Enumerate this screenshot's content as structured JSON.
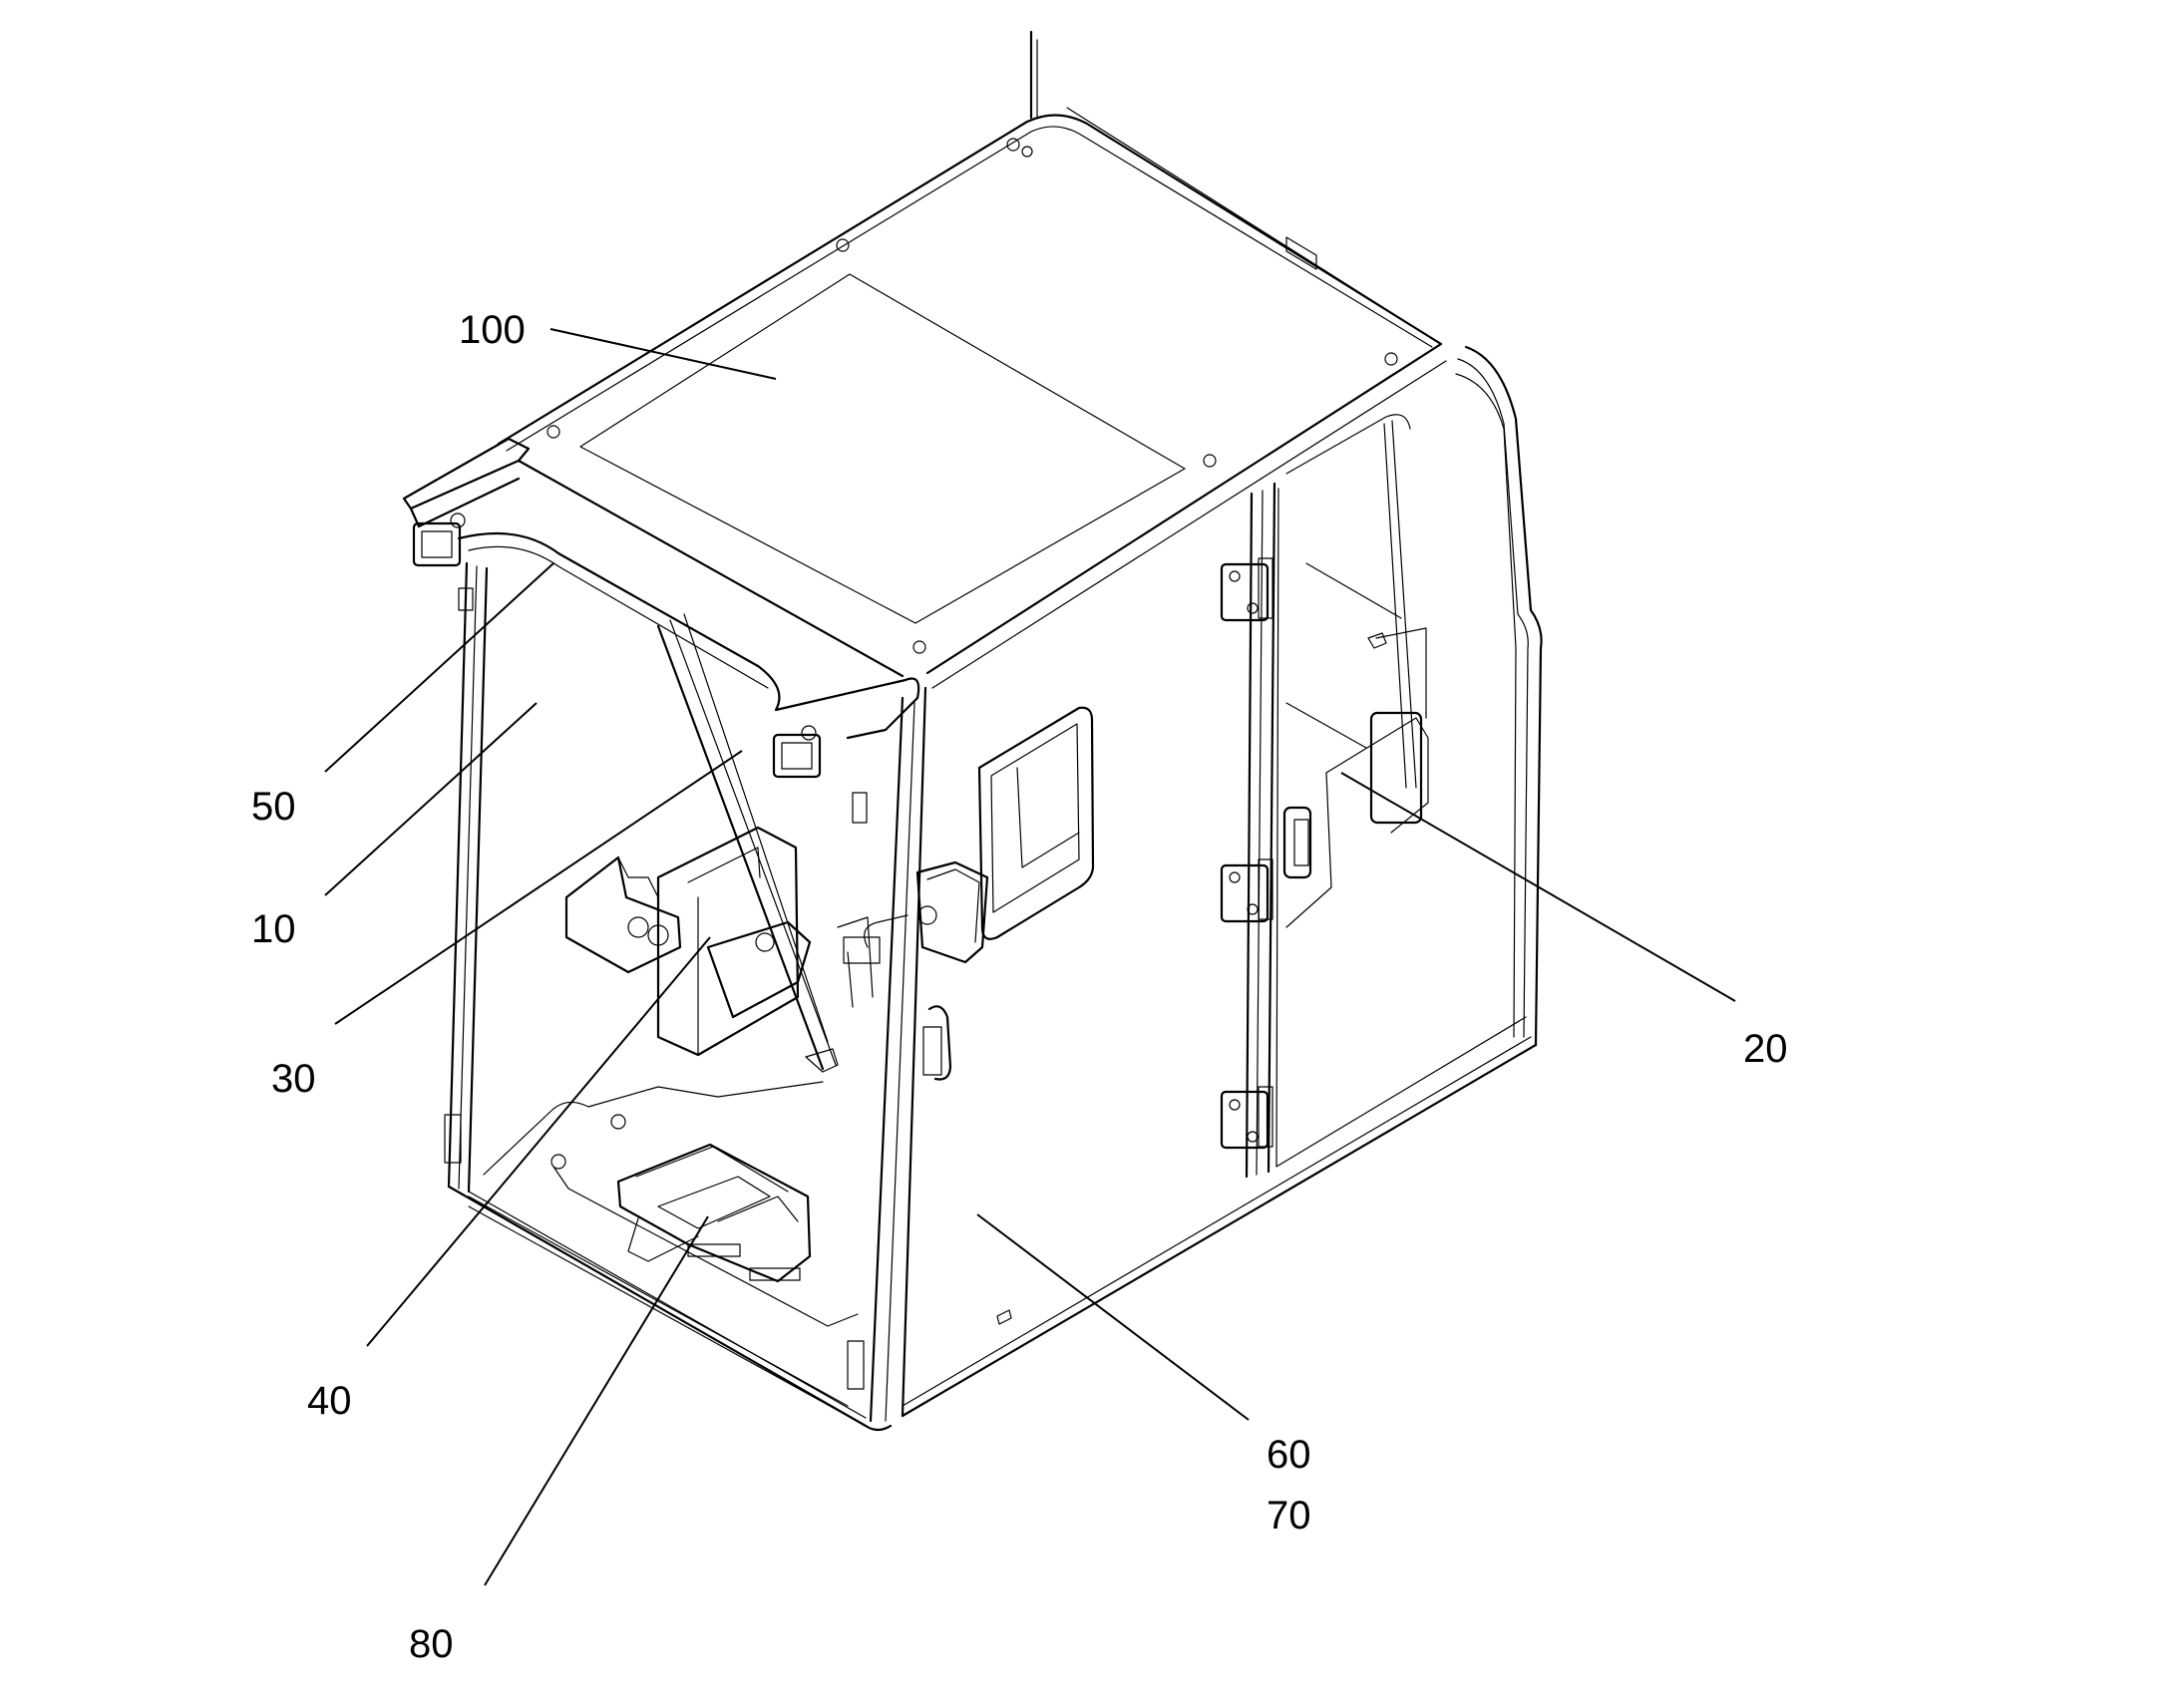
{
  "figure": {
    "labels": {
      "l100": "100",
      "l50": "50",
      "l10": "10",
      "l30": "30",
      "l40": "40",
      "l80": "80",
      "l60": "60",
      "l70": "70",
      "l20": "20"
    }
  }
}
